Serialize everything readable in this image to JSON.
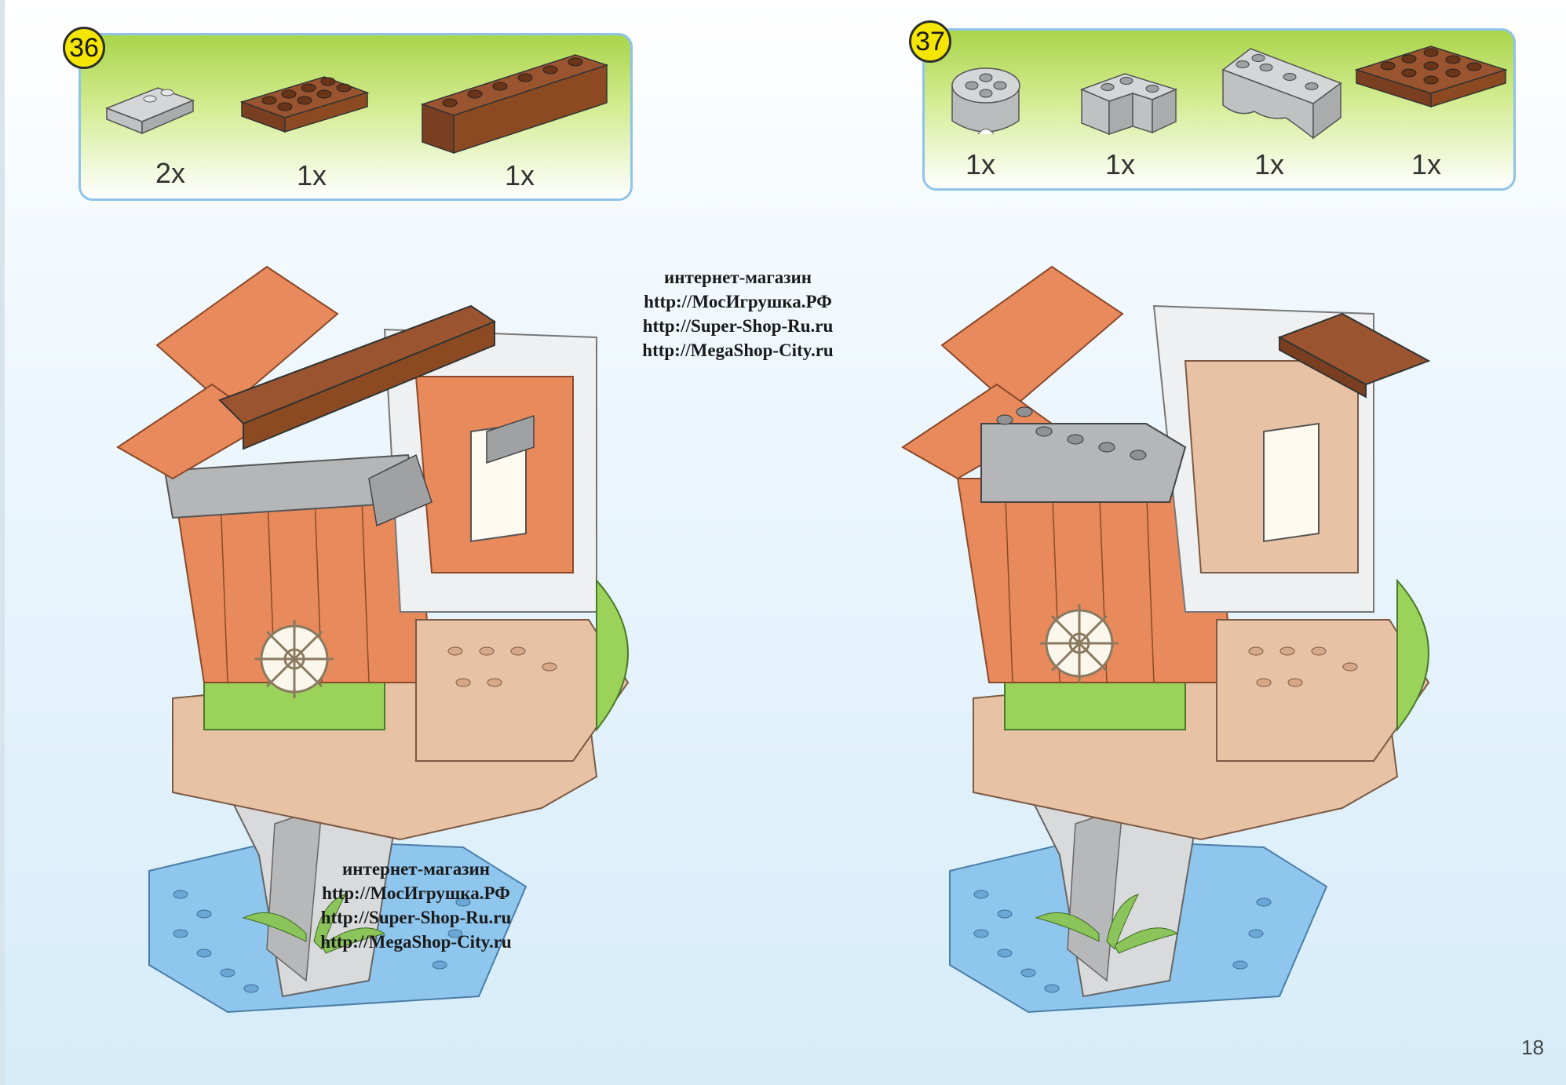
{
  "steps": [
    {
      "number": "36",
      "parts": [
        {
          "icon": "gray-slope-brick-icon",
          "qty": "2x"
        },
        {
          "icon": "brown-plate-2x4-icon",
          "qty": "1x"
        },
        {
          "icon": "brown-brick-1x6-icon",
          "qty": "1x"
        }
      ]
    },
    {
      "number": "37",
      "parts": [
        {
          "icon": "gray-round-brick-icon",
          "qty": "1x"
        },
        {
          "icon": "gray-corner-brick-icon",
          "qty": "1x"
        },
        {
          "icon": "gray-curved-brick-icon",
          "qty": "1x"
        },
        {
          "icon": "brown-plate-2x6-icon",
          "qty": "1x"
        }
      ]
    }
  ],
  "watermark": {
    "lines": [
      "интернет-магазин",
      "http://МосИгрушка.РФ",
      "http://Super-Shop-Ru.ru",
      "http://MegaShop-City.ru"
    ]
  },
  "page_number": "18",
  "colors": {
    "badge": "#f4e600",
    "box_border": "#8fc4e8",
    "box_green": "#a9d54a",
    "brown": "#8b4a22",
    "orange": "#e88a5c",
    "tan": "#e8c2a4",
    "gray": "#b4b6b8",
    "green": "#9ad25a",
    "blue": "#8fc6ee"
  }
}
